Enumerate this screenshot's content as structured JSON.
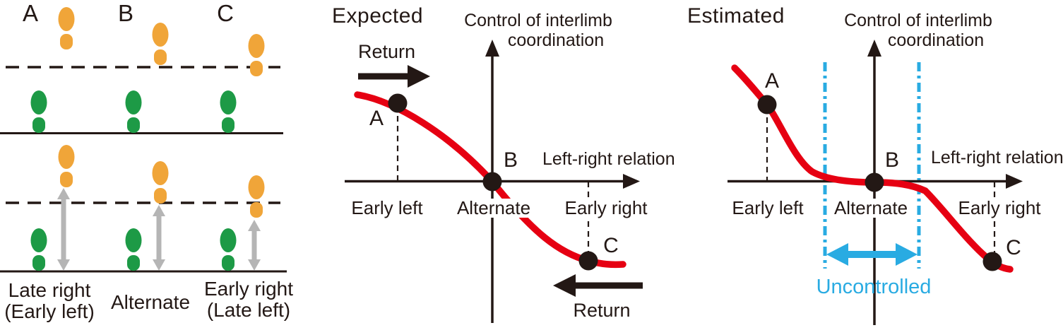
{
  "colors": {
    "ink": "#231815",
    "red": "#e60012",
    "orange": "#f0a539",
    "green": "#1d9a46",
    "blue": "#29abe2",
    "gray": "#b5b5b5"
  },
  "left_panel": {
    "letters": [
      "A",
      "B",
      "C"
    ],
    "captions": [
      [
        "Late right",
        "(Early left)"
      ],
      [
        "Alternate"
      ],
      [
        "Early right",
        "(Late left)"
      ]
    ]
  },
  "expected_panel": {
    "title": "Expected",
    "y_axis_label_line1": "Control of interlimb",
    "y_axis_label_line2": "coordination",
    "x_axis_label": "Left-right relation",
    "return_top": "Return",
    "return_bottom": "Return",
    "region_left": "Early left",
    "region_center": "Alternate",
    "region_right": "Early right",
    "point_a": "A",
    "point_b": "B",
    "point_c": "C",
    "curve": {
      "type": "line",
      "shape": "smooth descending sigmoid through origin",
      "points": [
        {
          "label": "A",
          "region": "Early left",
          "position": "above axis"
        },
        {
          "label": "B",
          "region": "Alternate",
          "position": "at origin"
        },
        {
          "label": "C",
          "region": "Early right",
          "position": "below axis"
        }
      ]
    }
  },
  "estimated_panel": {
    "title": "Estimated",
    "y_axis_label_line1": "Control of interlimb",
    "y_axis_label_line2": "coordination",
    "x_axis_label": "Left-right relation",
    "region_left": "Early left",
    "region_center": "Alternate",
    "region_right": "Early right",
    "point_a": "A",
    "point_b": "B",
    "point_c": "C",
    "uncontrolled_label": "Uncontrolled",
    "curve": {
      "type": "line",
      "shape": "steep descent, flat uncontrolled plateau around origin, steep descent",
      "points": [
        {
          "label": "A",
          "region": "Early left",
          "position": "above axis"
        },
        {
          "label": "B",
          "region": "Alternate",
          "position": "at origin on plateau"
        },
        {
          "label": "C",
          "region": "Early right",
          "position": "below axis"
        }
      ]
    }
  }
}
